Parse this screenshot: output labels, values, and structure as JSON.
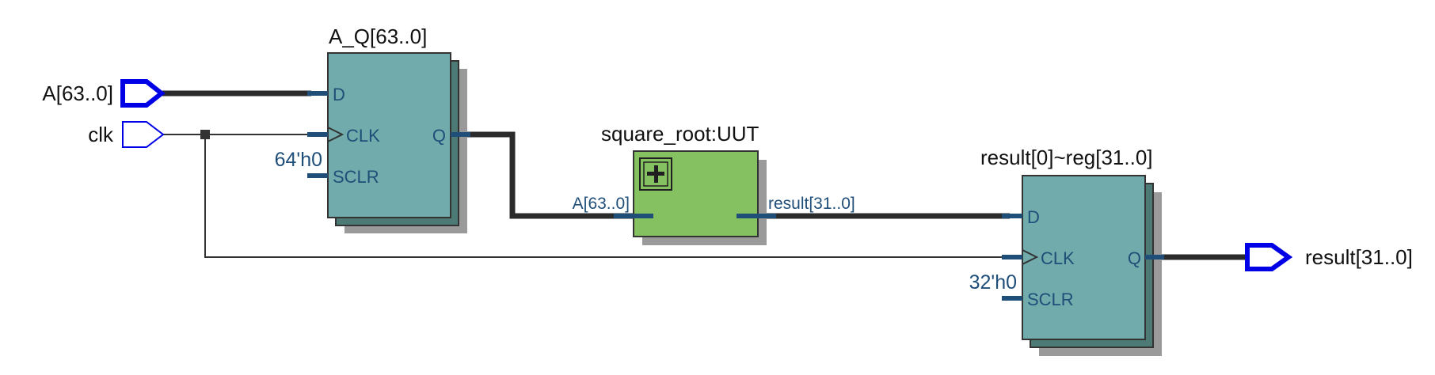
{
  "inputs": {
    "a": {
      "label": "A[63..0]"
    },
    "clk": {
      "label": "clk"
    }
  },
  "reg_a": {
    "name": "A_Q[63..0]",
    "pin_d": "D",
    "pin_clk": "CLK",
    "pin_sclr": "SCLR",
    "pin_q": "Q",
    "sclr_const": "64'h0"
  },
  "uut": {
    "name": "square_root:UUT",
    "port_in": "A[63..0]",
    "port_out": "result[31..0]",
    "expand_symbol": "+"
  },
  "reg_result": {
    "name": "result[0]~reg[31..0]",
    "pin_d": "D",
    "pin_clk": "CLK",
    "pin_sclr": "SCLR",
    "pin_q": "Q",
    "sclr_const": "32'h0"
  },
  "outputs": {
    "result": {
      "label": "result[31..0]"
    }
  },
  "colors": {
    "register_fill": "#72abab",
    "register_back": "#4d7a75",
    "module_fill": "#85c160",
    "shadow": "#9a9a9a",
    "port_blue": "#0000e6",
    "pin_blue": "#1f4e79",
    "bus_wire": "#2b2b2b"
  }
}
